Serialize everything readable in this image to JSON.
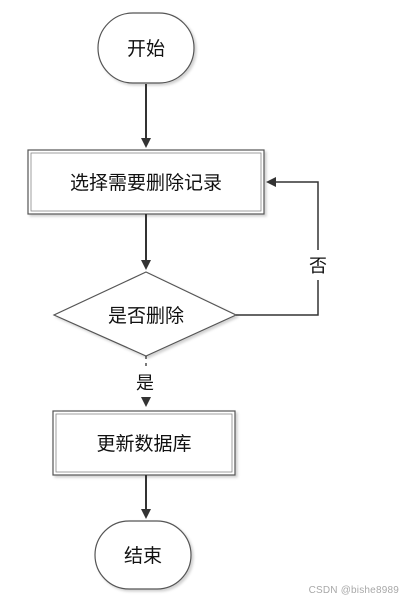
{
  "nodes": {
    "start": {
      "label": "开始"
    },
    "select": {
      "label": "选择需要删除记录"
    },
    "decision": {
      "label": "是否删除"
    },
    "update": {
      "label": "更新数据库"
    },
    "end": {
      "label": "结束"
    }
  },
  "edges": {
    "yes_label": "是",
    "no_label": "否"
  },
  "watermark": "CSDN @bishe8989"
}
